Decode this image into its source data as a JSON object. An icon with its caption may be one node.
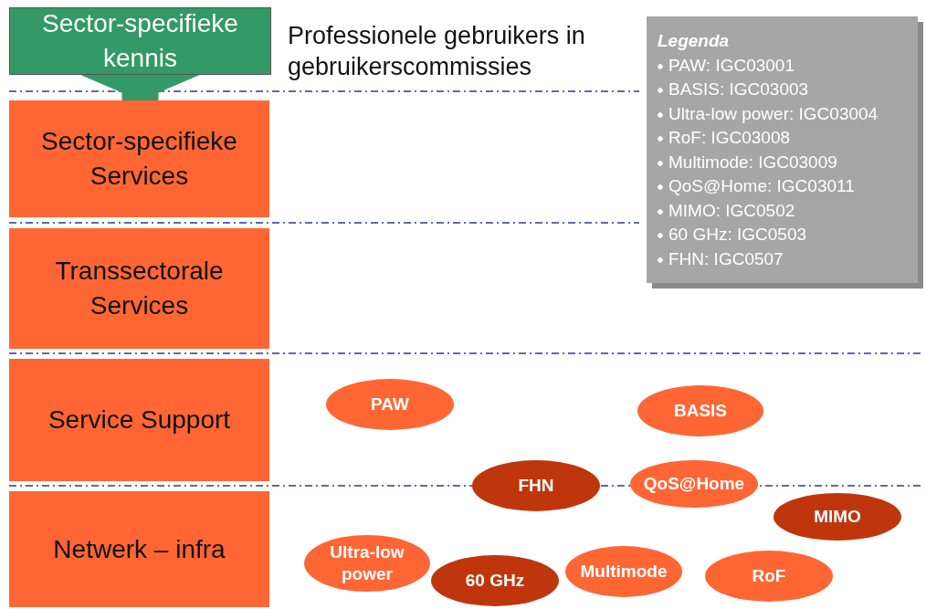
{
  "diagram": {
    "nodes": [
      {
        "text": [
          "Sector-specifieke kennis"
        ]
      },
      {
        "text": [
          "Sector-specifieke Services"
        ]
      },
      {
        "text": [
          "Transsectorale Services"
        ]
      },
      {
        "text": [
          "Service Support"
        ]
      },
      {
        "text": [
          "Netwerk – infra"
        ]
      },
      {
        "text": [
          "Legenda",
          "PAW: IGC03001",
          "BASIS: IGC03003",
          "Ultra-low power: IGC03004",
          "RoF: IGC03008",
          "Multimode: IGC03009",
          "QoS@Home: IGC03011",
          "MIMO: IGC0502",
          "60 GHz: IGC0503",
          "FHN: IGC0507"
        ]
      },
      {
        "text": [
          "PAW"
        ]
      },
      {
        "text": [
          "BASIS"
        ]
      },
      {
        "text": [
          "FHN"
        ]
      },
      {
        "text": [
          "QoS@Home"
        ]
      },
      {
        "text": [
          "MIMO"
        ]
      },
      {
        "text": [
          "Ultra-low power"
        ]
      },
      {
        "text": [
          "60 GHz"
        ]
      },
      {
        "text": [
          "Multimode"
        ]
      },
      {
        "text": [
          "RoF"
        ]
      }
    ],
    "edges": [
      {
        "from": 0,
        "to": 1,
        "arrow": "to"
      }
    ],
    "labels": [
      "Professionele gebruikers in gebruikerscommissies"
    ]
  }
}
